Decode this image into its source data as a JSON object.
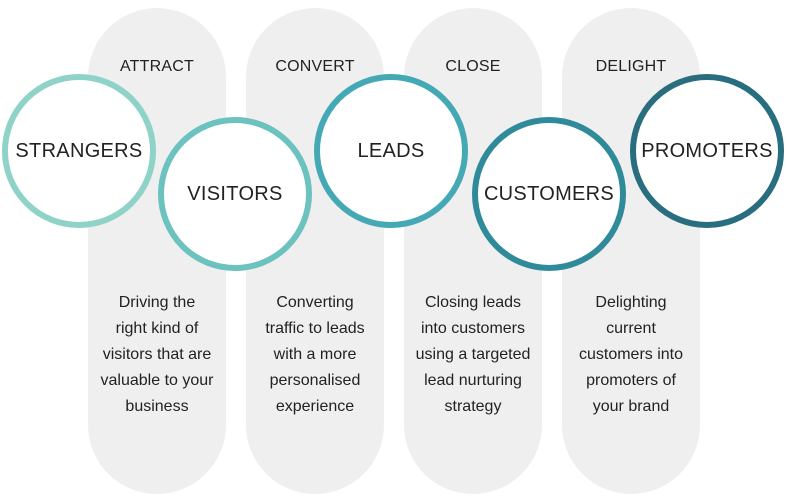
{
  "stages": [
    {
      "label": "ATTRACT",
      "description": [
        "Driving the",
        "right kind of",
        "visitors that are",
        "valuable to your",
        "business"
      ]
    },
    {
      "label": "CONVERT",
      "description": [
        "Converting",
        "traffic to leads",
        "with a more",
        "personalised",
        "experience"
      ]
    },
    {
      "label": "CLOSE",
      "description": [
        "Closing leads",
        "into customers",
        "using a targeted",
        "lead nurturing",
        "strategy"
      ]
    },
    {
      "label": "DELIGHT",
      "description": [
        "Delighting",
        "current",
        "customers into",
        "promoters of",
        "your brand"
      ]
    }
  ],
  "circles": [
    {
      "label": "STRANGERS",
      "color": "#8fd3c8"
    },
    {
      "label": "VISITORS",
      "color": "#6cc2bf"
    },
    {
      "label": "LEADS",
      "color": "#45a9b5"
    },
    {
      "label": "CUSTOMERS",
      "color": "#2f8b99"
    },
    {
      "label": "PROMOTERS",
      "color": "#286e7e"
    }
  ],
  "pill_color": "#efefef"
}
